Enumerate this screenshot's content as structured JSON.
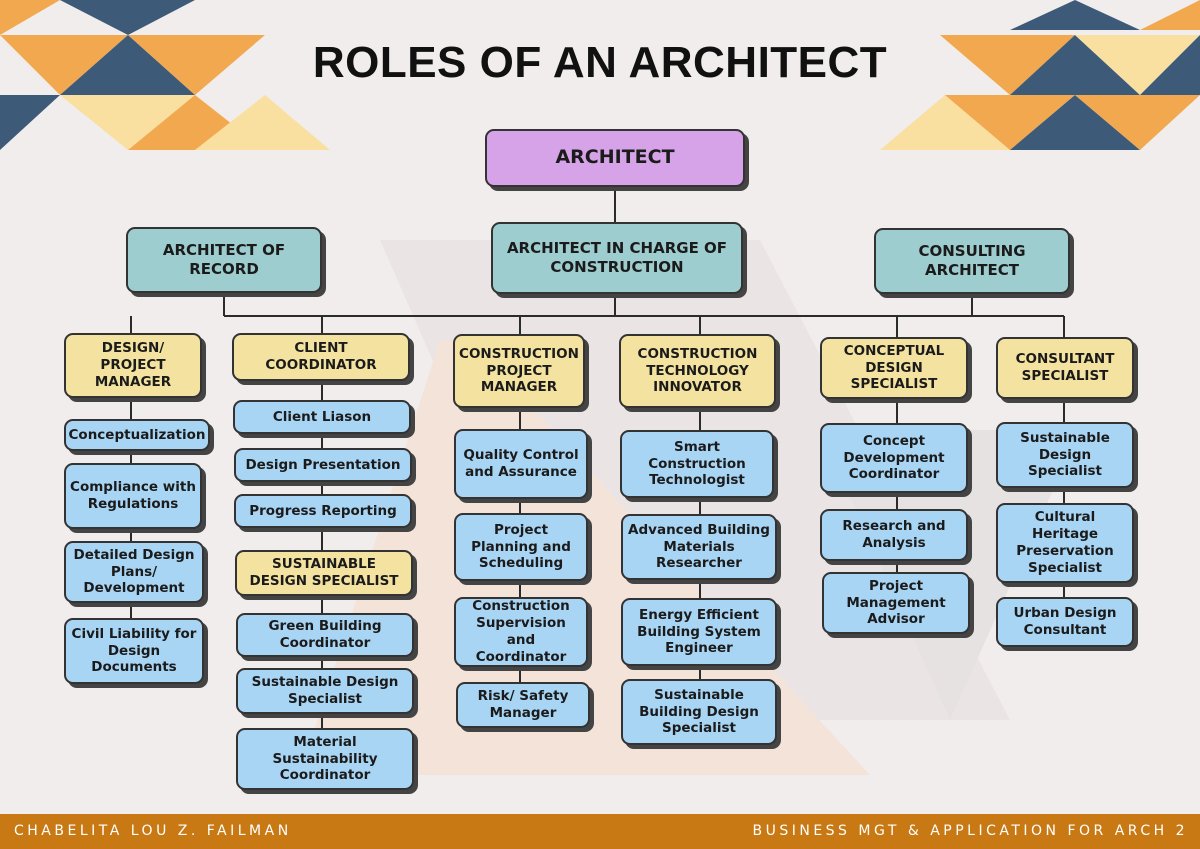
{
  "title": "ROLES OF AN ARCHITECT",
  "root": "ARCHITECT",
  "level1": [
    "ARCHITECT OF RECORD",
    "ARCHITECT IN CHARGE OF CONSTRUCTION",
    "CONSULTING ARCHITECT"
  ],
  "columns": [
    {
      "head": "DESIGN/ PROJECT MANAGER",
      "items": [
        "Conceptualization",
        "Compliance with Regulations",
        "Detailed Design Plans/ Development",
        "Civil Liability for Design Documents"
      ]
    },
    {
      "head": "CLIENT COORDINATOR",
      "items": [
        "Client Liason",
        "Design Presentation",
        "Progress Reporting"
      ],
      "sub_head": "SUSTAINABLE DESIGN SPECIALIST",
      "sub_items": [
        "Green Building Coordinator",
        "Sustainable Design Specialist",
        "Material Sustainability Coordinator"
      ]
    },
    {
      "head": "CONSTRUCTION PROJECT MANAGER",
      "items": [
        "Quality Control and Assurance",
        "Project Planning and Scheduling",
        "Construction Supervision and Coordinator",
        "Risk/ Safety Manager"
      ]
    },
    {
      "head": "CONSTRUCTION TECHNOLOGY INNOVATOR",
      "items": [
        "Smart Construction Technologist",
        "Advanced Building Materials Researcher",
        "Energy Efficient Building System Engineer",
        "Sustainable Building Design Specialist"
      ]
    },
    {
      "head": "CONCEPTUAL DESIGN SPECIALIST",
      "items": [
        "Concept Development Coordinator",
        "Research and Analysis",
        "Project Management Advisor"
      ]
    },
    {
      "head": "CONSULTANT SPECIALIST",
      "items": [
        "Sustainable Design Specialist",
        "Cultural Heritage Preservation Specialist",
        "Urban Design Consultant"
      ]
    }
  ],
  "footer": {
    "left": "CHABELITA LOU Z. FAILMAN",
    "right": "BUSINESS MGT & APPLICATION FOR ARCH 2"
  },
  "colors": {
    "root": "#d7a3e8",
    "level1": "#9dcdce",
    "head": "#f4e3a0",
    "leaf": "#a9d5f5",
    "footer": "#c87914",
    "navy": "#3d5a78",
    "orange": "#f2a84f",
    "cream": "#f9e0a0"
  }
}
